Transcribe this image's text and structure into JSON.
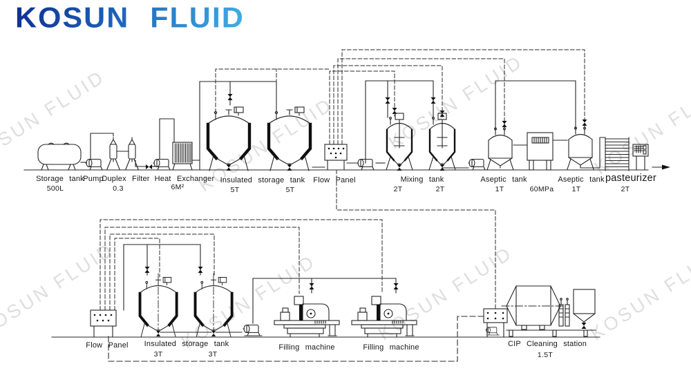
{
  "logo": {
    "text": "KOSUN FLUID"
  },
  "watermark": {
    "text": "KOSUN FLUID"
  },
  "diagram": {
    "top_line": {
      "storage_tank": {
        "label": "Storage tank",
        "capacity": "500L"
      },
      "pump": {
        "label": "Pump",
        "capacity": "0.3"
      },
      "duplex_filter": {
        "label": "Duplex Filter"
      },
      "heat_exchanger": {
        "label": "Heat Exchanger",
        "capacity": "6M²"
      },
      "insulated_storage_tank": {
        "label": "Insulated storage tank",
        "capacity_1": "5T",
        "capacity_2": "5T"
      },
      "flow_panel": {
        "label": "Flow Panel"
      },
      "mixing_tank": {
        "label": "Mixing tank",
        "capacity_1": "2T",
        "capacity_2": "2T"
      },
      "aseptic_tank_1": {
        "label": "Aseptic tank",
        "capacity": "1T"
      },
      "homogenizer": {
        "capacity": "60MPa"
      },
      "aseptic_tank_2": {
        "label": "Aseptic tank",
        "capacity": "1T"
      },
      "pasteurizer": {
        "label": "pasteurizer",
        "capacity": "2T"
      }
    },
    "bottom_line": {
      "flow_panel": {
        "label": "Flow Panel"
      },
      "insulated_storage_tank": {
        "label": "Insulated storage tank",
        "capacity_1": "3T",
        "capacity_2": "3T"
      },
      "filling_machine_1": {
        "label": "Filling machine"
      },
      "filling_machine_2": {
        "label": "Filling machine"
      },
      "cip_station": {
        "label": "CIP Cleaning station",
        "capacity": "1.5T"
      }
    }
  }
}
